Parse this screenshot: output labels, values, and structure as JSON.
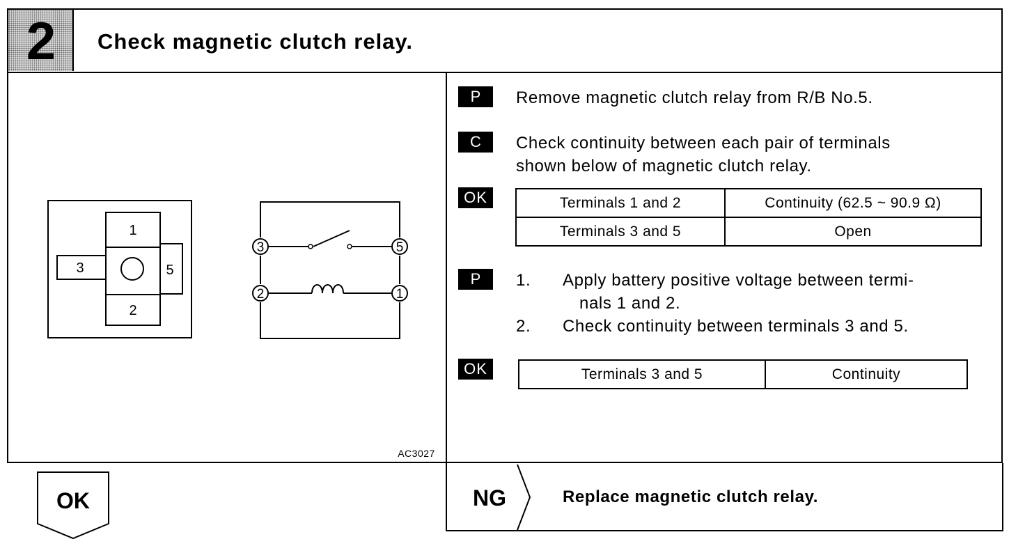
{
  "step": {
    "number": "2",
    "title": "Check magnetic clutch relay."
  },
  "diagram": {
    "connector_terminals": [
      "1",
      "2",
      "3",
      "5"
    ],
    "circuit_terminals": [
      "3",
      "5",
      "2",
      "1"
    ],
    "code": "AC3027"
  },
  "instructions": {
    "p1": {
      "badge": "P",
      "text": "Remove magnetic clutch relay from R/B No.5."
    },
    "c1": {
      "badge": "C",
      "line1": "Check continuity between each pair of terminals",
      "line2": "shown below of magnetic clutch relay."
    },
    "ok1": {
      "badge": "OK",
      "rows": [
        {
          "terminals": "Terminals 1 and 2",
          "result": "Continuity (62.5 ~ 90.9 Ω)"
        },
        {
          "terminals": "Terminals 3 and 5",
          "result": "Open"
        }
      ]
    },
    "p2": {
      "badge": "P",
      "steps": [
        {
          "num": "1.",
          "line1": "Apply battery positive voltage between termi-",
          "line2": "nals 1 and 2."
        },
        {
          "num": "2.",
          "line1": "Check continuity between terminals 3 and 5."
        }
      ]
    },
    "ok2": {
      "badge": "OK",
      "rows": [
        {
          "terminals": "Terminals 3 and 5",
          "result": "Continuity"
        }
      ]
    }
  },
  "footer": {
    "ok_label": "OK",
    "ng_label": "NG",
    "ng_action": "Replace magnetic clutch relay."
  }
}
